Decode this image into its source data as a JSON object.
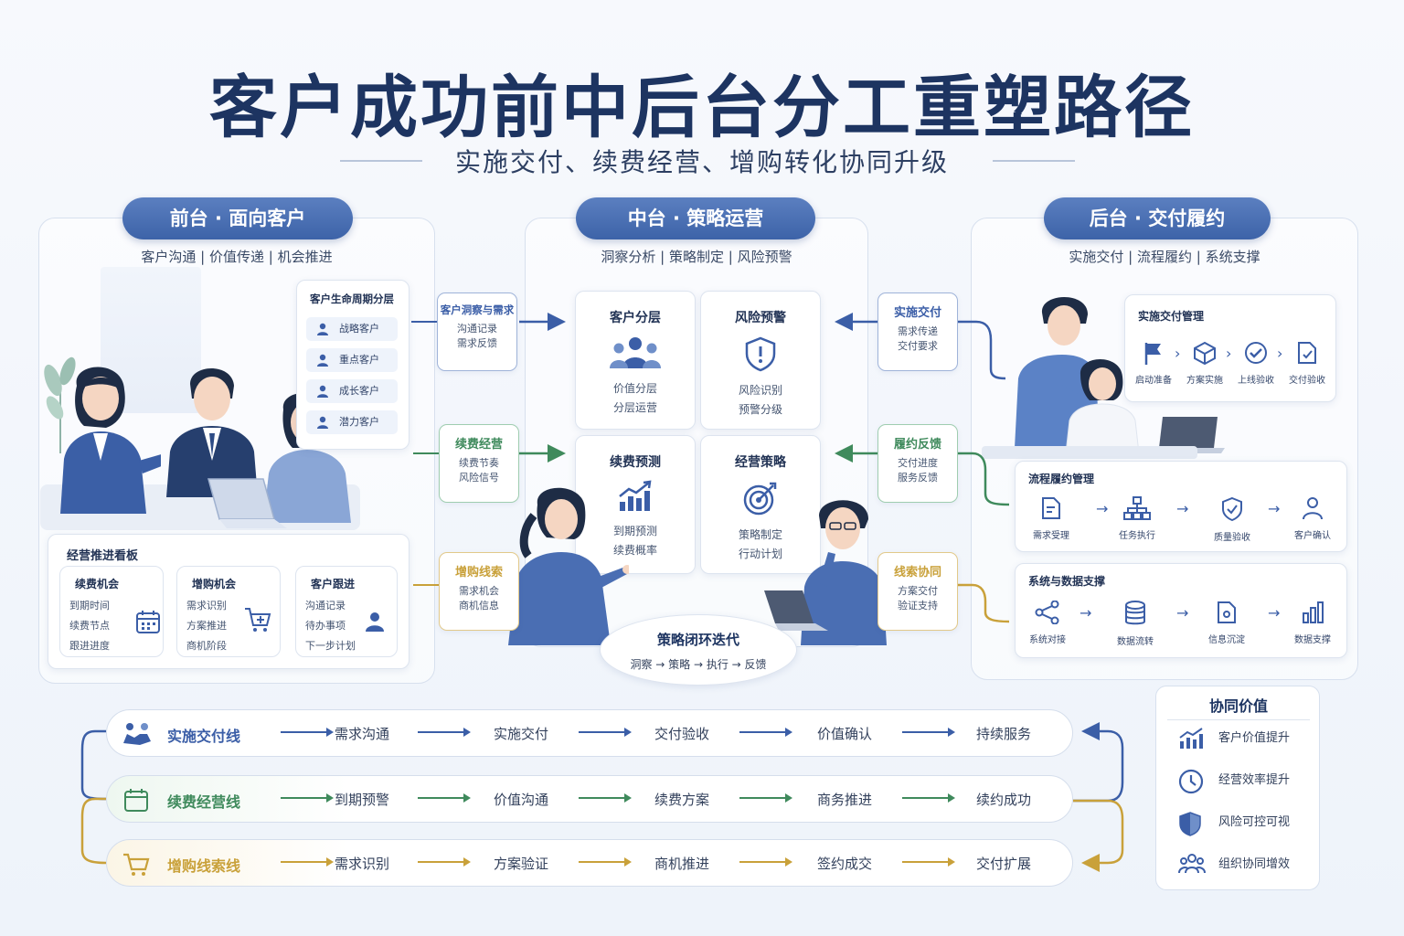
{
  "header": {
    "title": "客户成功前中后台分工重塑路径",
    "subtitle": "实施交付、续费经营、增购转化协同升级"
  },
  "front": {
    "pill": "前台 · 面向客户",
    "sub": "客户沟通 | 价值传递 | 机会推进",
    "lifecycle": {
      "title": "客户生命周期分层",
      "items": [
        "战略客户",
        "重点客户",
        "成长客户",
        "潜力客户"
      ]
    },
    "board": {
      "title": "经营推进看板",
      "cards": [
        {
          "title": "续费机会",
          "lines": [
            "到期时间",
            "续费节点",
            "跟进进度"
          ]
        },
        {
          "title": "增购机会",
          "lines": [
            "需求识别",
            "方案推进",
            "商机阶段"
          ]
        },
        {
          "title": "客户跟进",
          "lines": [
            "沟通记录",
            "待办事项",
            "下一步计划"
          ]
        }
      ]
    }
  },
  "middle": {
    "pill": "中台 · 策略运营",
    "sub": "洞察分析 | 策略制定 | 风险预警",
    "cards": [
      {
        "title": "客户分层",
        "lines": [
          "价值分层",
          "分层运营"
        ]
      },
      {
        "title": "风险预警",
        "lines": [
          "风险识别",
          "预警分级"
        ]
      },
      {
        "title": "续费预测",
        "lines": [
          "到期预测",
          "续费概率"
        ]
      },
      {
        "title": "经营策略",
        "lines": [
          "策略制定",
          "行动计划"
        ]
      }
    ],
    "loop": {
      "title": "策略闭环迭代",
      "flow": "洞察 → 策略 → 执行 → 反馈"
    }
  },
  "back": {
    "pill": "后台 · 交付履约",
    "sub": "实施交付 | 流程履约 | 系统支撑",
    "delivery": {
      "title": "实施交付管理",
      "steps": [
        "启动准备",
        "方案实施",
        "上线验收",
        "交付验收"
      ]
    },
    "process": {
      "title": "流程履约管理",
      "steps": [
        "需求受理",
        "任务执行",
        "质量验收",
        "客户确认"
      ]
    },
    "system": {
      "title": "系统与数据支撑",
      "steps": [
        "系统对接",
        "数据流转",
        "信息沉淀",
        "数据支撑"
      ]
    }
  },
  "connectors": {
    "left": [
      {
        "title": "客户洞察与需求",
        "lines": [
          "沟通记录",
          "需求反馈"
        ]
      },
      {
        "title": "续费经营",
        "lines": [
          "续费节奏",
          "风险信号"
        ]
      },
      {
        "title": "增购线索",
        "lines": [
          "需求机会",
          "商机信息"
        ]
      }
    ],
    "right": [
      {
        "title": "实施交付",
        "lines": [
          "需求传递",
          "交付要求"
        ]
      },
      {
        "title": "履约反馈",
        "lines": [
          "交付进度",
          "服务反馈"
        ]
      },
      {
        "title": "线索协同",
        "lines": [
          "方案交付",
          "验证支持"
        ]
      }
    ]
  },
  "lines": [
    {
      "name": "实施交付线",
      "steps": [
        "需求沟通",
        "实施交付",
        "交付验收",
        "价值确认",
        "持续服务"
      ],
      "color": "#3b5ea7"
    },
    {
      "name": "续费经营线",
      "steps": [
        "到期预警",
        "价值沟通",
        "续费方案",
        "商务推进",
        "续约成功"
      ],
      "color": "#3f8a5c"
    },
    {
      "name": "增购线索线",
      "steps": [
        "需求识别",
        "方案验证",
        "商机推进",
        "签约成交",
        "交付扩展"
      ],
      "color": "#c9a13a"
    }
  ],
  "value": {
    "title": "协同价值",
    "items": [
      "客户价值提升",
      "经营效率提升",
      "风险可控可视",
      "组织协同增效"
    ]
  },
  "colors": {
    "blue": "#3b5ea7",
    "green": "#3f8a5c",
    "gold": "#c9a13a",
    "navy": "#1d3461"
  }
}
